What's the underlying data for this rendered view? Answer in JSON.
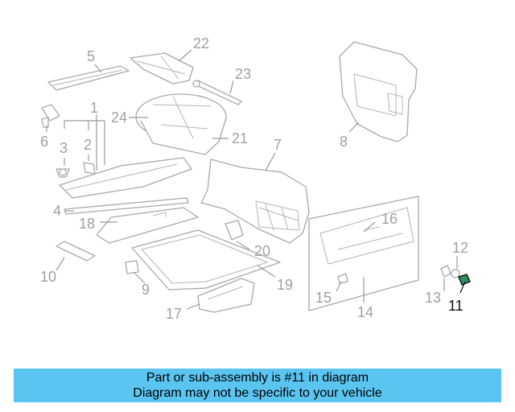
{
  "callouts": [
    "1",
    "2",
    "3",
    "4",
    "5",
    "6",
    "7",
    "8",
    "9",
    "10",
    "11",
    "12",
    "13",
    "14",
    "15",
    "16",
    "17",
    "18",
    "19",
    "20",
    "21",
    "22",
    "23",
    "24"
  ],
  "highlight": "11",
  "colors": {
    "banner": "#5bc5f2",
    "highlight_part": "#2f8f5b",
    "line_art": "#a8a8a8"
  },
  "banner": {
    "line1": "Part or sub-assembly is #11 in diagram",
    "line2": "Diagram may not be specific to your vehicle"
  }
}
